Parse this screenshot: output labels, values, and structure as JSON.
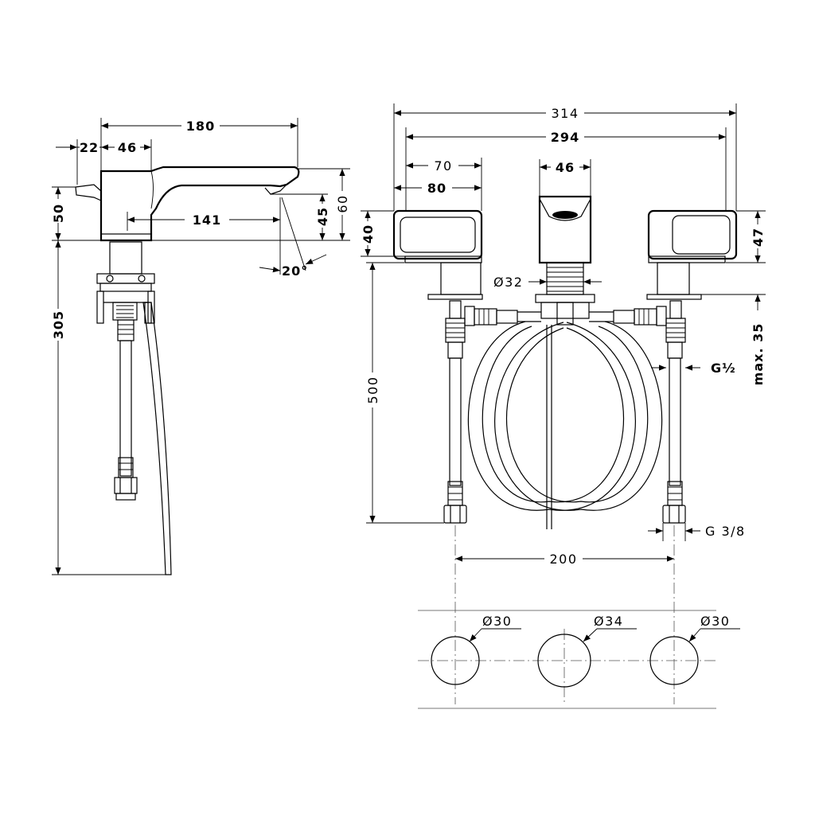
{
  "side_view": {
    "dim_total_length": "180",
    "dim_lever_offset": "22",
    "dim_body_width": "46",
    "dim_spout_reach": "141",
    "dim_body_height": "50",
    "dim_outlet_height": "45",
    "dim_spout_height": "60",
    "dim_angle": "20°",
    "dim_hose_length": "305"
  },
  "front_view": {
    "dim_overall_width": "314",
    "dim_handle_spacing": "294",
    "dim_handle_width_inner": "70",
    "dim_handle_width": "80",
    "dim_spout_width": "46",
    "dim_handle_height_left": "40",
    "dim_handle_height_right": "47",
    "dim_shank_diameter": "Ø32",
    "dim_hose_length": "500",
    "dim_max_deck": "max. 35",
    "dim_thread_top": "G½",
    "dim_thread_bottom": "G 3/8",
    "dim_center_spacing": "200"
  },
  "hole_layout": {
    "left_hole": "Ø30",
    "center_hole": "Ø34",
    "right_hole": "Ø30"
  }
}
